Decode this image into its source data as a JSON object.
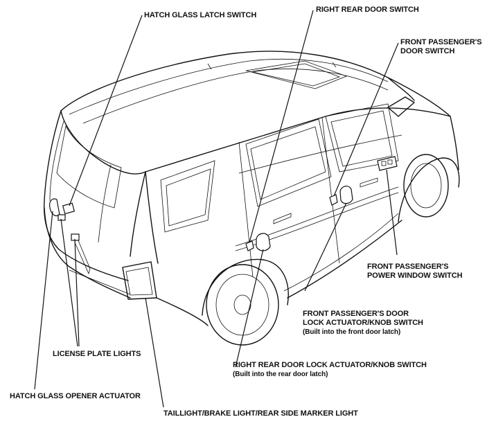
{
  "labels": {
    "hatch_glass_latch_switch": "HATCH GLASS LATCH SWITCH",
    "right_rear_door_switch": "RIGHT REAR DOOR SWITCH",
    "front_passenger_door_switch_line1": "FRONT PASSENGER'S",
    "front_passenger_door_switch_line2": "DOOR SWITCH",
    "front_passenger_power_window_switch_line1": "FRONT PASSENGER'S",
    "front_passenger_power_window_switch_line2": "POWER WINDOW SWITCH",
    "front_passenger_door_lock_actuator_line1": "FRONT PASSENGER'S DOOR",
    "front_passenger_door_lock_actuator_line2": "LOCK ACTUATOR/KNOB SWITCH",
    "front_passenger_door_lock_actuator_note": "(Built into the front door latch)",
    "license_plate_lights": "LICENSE PLATE LIGHTS",
    "right_rear_door_lock_actuator": "RIGHT REAR DOOR LOCK ACTUATOR/KNOB SWITCH",
    "right_rear_door_lock_actuator_note": "(Built into the rear door latch)",
    "hatch_glass_opener_actuator": "HATCH GLASS OPENER ACTUATOR",
    "taillight_brake_light": "TAILLIGHT/BRAKE LIGHT/REAR SIDE MARKER LIGHT"
  }
}
